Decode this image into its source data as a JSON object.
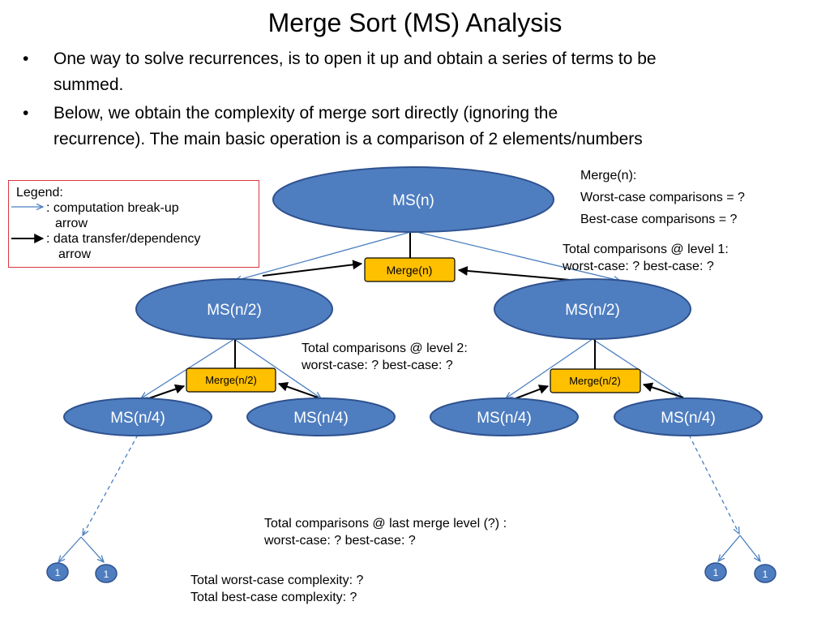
{
  "title": "Merge Sort (MS) Analysis",
  "bullets": [
    {
      "marker": "•",
      "line1": "One way to solve recurrences, is to open it up and obtain a series of terms to be",
      "line2": "summed."
    },
    {
      "marker": "•",
      "line1": "Below, we obtain the complexity of merge sort directly (ignoring the",
      "line2": "recurrence). The main basic operation is a comparison of 2 elements/numbers"
    }
  ],
  "legend": {
    "heading": "Legend:",
    "blue_line1": ": computation break-up",
    "blue_line2": "arrow",
    "black_line1": ": data transfer/dependency",
    "black_line2": "arrow"
  },
  "colors": {
    "node_fill": "#4f7ec0",
    "node_stroke": "#2f528f",
    "merge_fill": "#ffc000",
    "blue_arrow": "#4a7fc0",
    "black_arrow": "#000000",
    "legend_border": "#d9363e"
  },
  "tree": {
    "root": "MS(n)",
    "level1": [
      "MS(n/2)",
      "MS(n/2)"
    ],
    "level2": [
      "MS(n/4)",
      "MS(n/4)",
      "MS(n/4)",
      "MS(n/4)"
    ],
    "merge_root": "Merge(n)",
    "merge_level1": [
      "Merge(n/2)",
      "Merge(n/2)"
    ],
    "leaves": [
      "1",
      "1",
      "1",
      "1"
    ]
  },
  "merge_info": {
    "heading": "Merge(n):",
    "worst": "Worst-case comparisons = ?",
    "best": "Best-case comparisons = ?"
  },
  "level1_totals": {
    "heading": "Total comparisons @ level  1:",
    "cases": "worst-case: ?     best-case: ?"
  },
  "level2_totals": {
    "heading": "Total comparisons @ level  2:",
    "cases": "worst-case: ?     best-case: ?"
  },
  "last_level_totals": {
    "heading": "Total comparisons @ last merge level (?) :",
    "cases": "worst-case: ?     best-case: ?"
  },
  "total_complexity": {
    "worst": "Total worst-case complexity: ?",
    "best": "Total best-case complexity: ?"
  }
}
